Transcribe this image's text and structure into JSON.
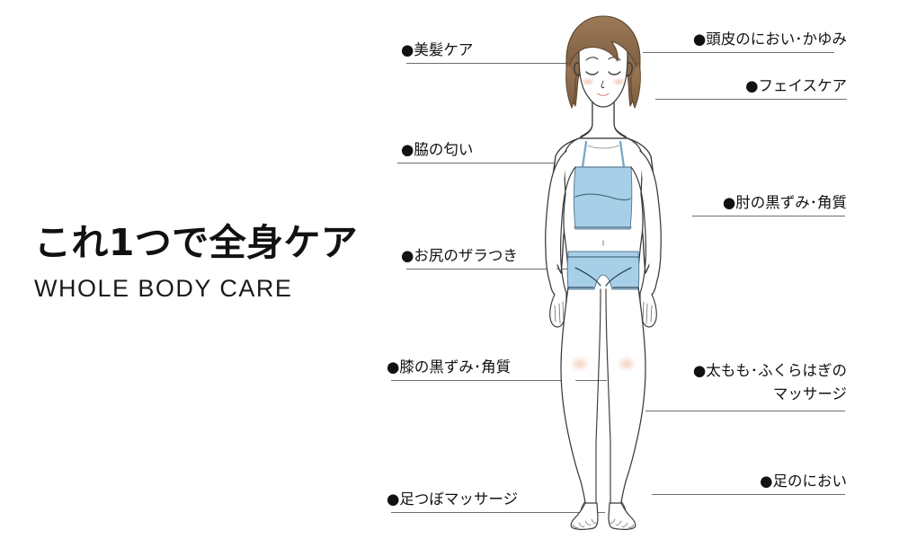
{
  "headline": {
    "jp": "これ1つで全身ケア",
    "en": "WHOLE BODY CARE"
  },
  "colors": {
    "background": "#ffffff",
    "text": "#111111",
    "leader_line": "#6e6e6e",
    "garment_blue": "#a8cfe8",
    "garment_blue_shadow": "#8fc0de",
    "hair_brown": "#8a6a4a",
    "hair_brown_light": "#a98b68",
    "skin_outline": "#3a3a3a",
    "blush_pink": "#f3c9bd"
  },
  "bullet": "●",
  "callouts": {
    "left": [
      {
        "id": "hair-care",
        "text": "●美髪ケア"
      },
      {
        "id": "armpit-odor",
        "text": "●脇の匂い"
      },
      {
        "id": "buttock-rough",
        "text": "●お尻のザラつき"
      },
      {
        "id": "knee-dark",
        "text": "●膝の黒ずみ･角質"
      },
      {
        "id": "foot-massage",
        "text": "●足つぼマッサージ"
      }
    ],
    "right": [
      {
        "id": "scalp-odor-itch",
        "text": "●頭皮のにおい･かゆみ"
      },
      {
        "id": "face-care",
        "text": "●フェイスケア"
      },
      {
        "id": "elbow-dark",
        "text": "●肘の黒ずみ･角質"
      },
      {
        "id": "leg-massage-1",
        "text": "●太もも･ふくらはぎの"
      },
      {
        "id": "leg-massage-2",
        "text": "マッサージ"
      },
      {
        "id": "foot-odor",
        "text": "●足のにおい"
      }
    ]
  },
  "figure": {
    "alt": "illustration of a standing woman in light blue camisole and shorts"
  }
}
